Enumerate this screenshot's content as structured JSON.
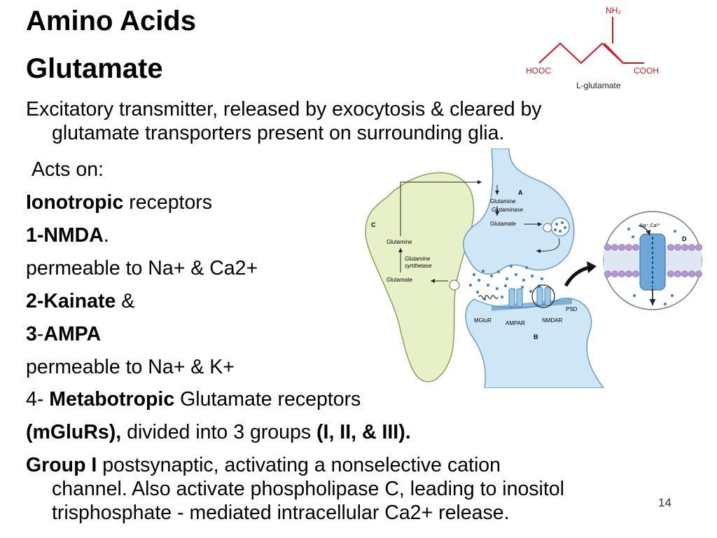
{
  "slide": {
    "title": "Amino Acids",
    "subtitle": "Glutamate",
    "number": "14"
  },
  "body": {
    "intro_line1": "Excitatory transmitter, released by exocytosis & cleared by",
    "intro_line2": "glutamate transporters present on surrounding glia.",
    "acts_on": "Acts on:",
    "ionotropic_bold": "Ionotropic",
    "ionotropic_rest": " receptors",
    "nmda_bold": "1-NMDA",
    "nmda_rest": ".",
    "perm1": "permeable to Na+ & Ca2+",
    "kainate_bold": "2-Kainate",
    "kainate_rest": " &",
    "ampa_num": "3",
    "ampa_dash": "-",
    "ampa_bold": "AMPA",
    "perm2": "permeable to Na+ & K+",
    "metab_prefix": "4- ",
    "metab_bold": "Metabotropic",
    "metab_rest": " Glutamate receptors",
    "mglurs_bold": "(mGluRs),",
    "mglurs_mid": " divided into 3 groups ",
    "mglurs_groups": "(I, II, & III).",
    "group1_bold": "Group I",
    "group1_line1": " postsynaptic, activating a nonselective cation",
    "group1_line2": "channel. Also activate phospholipase C, leading to inositol",
    "group1_line3": "trisphosphate - mediated intracellular Ca2+ release."
  },
  "molecule": {
    "nh2": "NH₂",
    "hooc": "HOOC",
    "cooh": "COOH",
    "caption": "L-glutamate",
    "color": "#d4151d"
  },
  "synapse": {
    "label_a": "A",
    "label_b": "B",
    "label_c": "C",
    "label_d": "D",
    "glutamine_top": "Glutamine",
    "glutaminase": "Glutaminase",
    "glutamate_top": "Glutamate",
    "glutamine_glia": "Glutamine",
    "glutamine_synthetase_1": "Glutamine",
    "glutamine_synthetase_2": "synthetase",
    "glutamate_glia": "Glutamate",
    "psd": "PSD",
    "mglur": "MGluR",
    "ampar": "AMPAR",
    "nmdar": "NMDAR",
    "ions": "Na⁺,Ca²⁺",
    "colors": {
      "neuron_fill": "#cfe6f6",
      "neuron_stroke": "#6a9ec4",
      "glia_fill": "#e7f0c6",
      "glia_stroke": "#8aa05a",
      "dots": "#3b82c4",
      "lipid_head": "#b597cf"
    }
  }
}
